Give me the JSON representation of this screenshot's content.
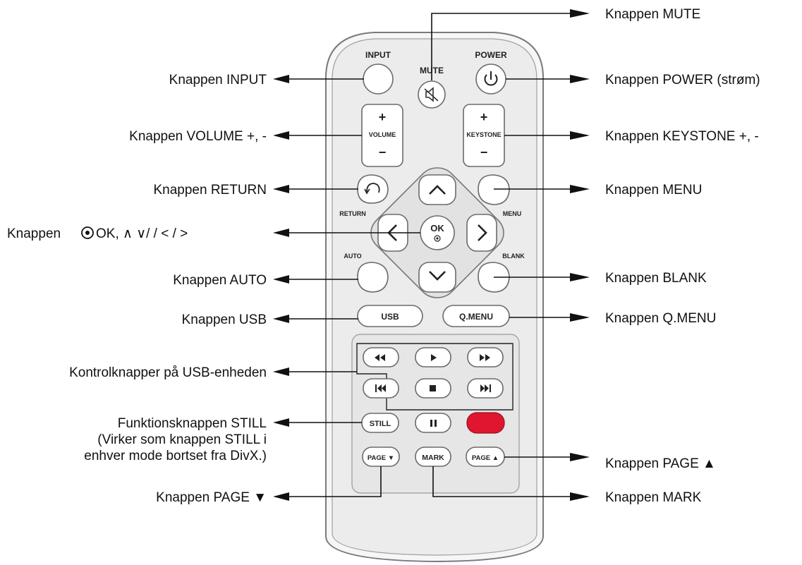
{
  "remote": {
    "input": "INPUT",
    "mute": "MUTE",
    "power": "POWER",
    "volume": "VOLUME",
    "keystone": "KEYSTONE",
    "plus": "+",
    "minus": "−",
    "return": "RETURN",
    "menu": "MENU",
    "auto": "AUTO",
    "blank": "BLANK",
    "ok": "OK",
    "usb": "USB",
    "qmenu": "Q.MENU",
    "still": "STILL",
    "page_down": "PAGE ▼",
    "mark": "MARK",
    "page_up": "PAGE ▲"
  },
  "labels": {
    "mute": "Knappen MUTE",
    "input": "Knappen INPUT",
    "power": "Knappen POWER (strøm)",
    "volume": "Knappen VOLUME +, -",
    "keystone": "Knappen KEYSTONE +, -",
    "return": "Knappen RETURN",
    "menu": "Knappen MENU",
    "nav_prefix": "Knappen",
    "nav_text": "OK, ∧   ∨/ /  < /  >",
    "auto": "Knappen AUTO",
    "blank": "Knappen BLANK",
    "usb": "Knappen USB",
    "qmenu": "Knappen Q.MENU",
    "usb_controls": "Kontrolknapper på USB-enheden",
    "still_line1": "Funktionsknappen STILL",
    "still_line2": "(Virker som knappen STILL i",
    "still_line3": "enhver mode bortset fra DivX.)",
    "page_up": "Knappen PAGE ▲",
    "page_down": "Knappen PAGE ▼",
    "mark": "Knappen MARK"
  },
  "colors": {
    "body": "#f1f1f1",
    "red_button": "#e0152f"
  }
}
